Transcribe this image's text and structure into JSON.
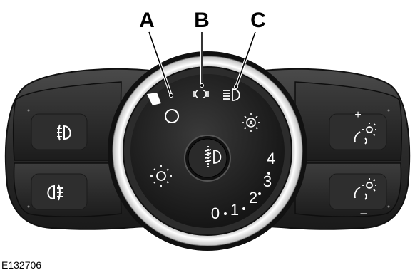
{
  "callouts": {
    "a": "A",
    "b": "B",
    "c": "C"
  },
  "figure_id": "E132706",
  "dial": {
    "scale": [
      "0",
      "1",
      "2",
      "3",
      "4"
    ]
  },
  "right_panel": {
    "plus": "+",
    "minus": "–"
  },
  "icons": {
    "front_fog": "front-fog-lamp-icon",
    "rear_fog": "rear-fog-lamp-icon",
    "off": "off-position-icon",
    "parking": "parking-lamp-icon",
    "headlamp": "headlamp-icon",
    "auto": "auto-headlamp-icon",
    "panel_light": "panel-light-icon",
    "leveling": "headlamp-leveling-icon",
    "dimmer_up": "instrument-dimmer-up-icon",
    "dimmer_down": "instrument-dimmer-down-icon"
  }
}
